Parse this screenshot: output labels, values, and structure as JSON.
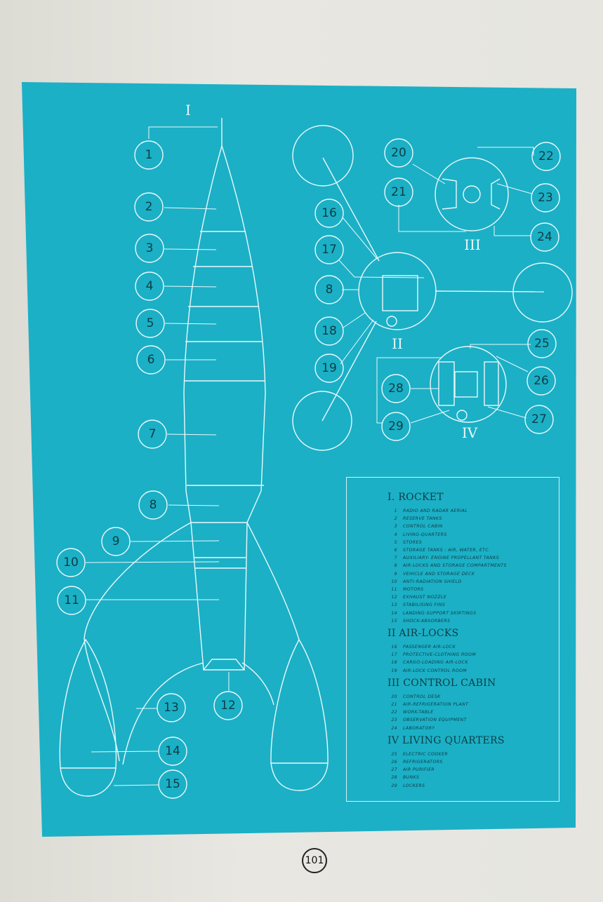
{
  "roman": {
    "rocket": "I",
    "airlocks": "II",
    "cabin": "III",
    "living": "IV"
  },
  "callouts": {
    "c1": "1",
    "c2": "2",
    "c3": "3",
    "c4": "4",
    "c5": "5",
    "c6": "6",
    "c7": "7",
    "c8": "8",
    "c9": "9",
    "c10": "10",
    "c11": "11",
    "c12": "12",
    "c13": "13",
    "c14": "14",
    "c15": "15",
    "c16": "16",
    "c17": "17",
    "c8b": "8",
    "c18": "18",
    "c19": "19",
    "c20": "20",
    "c21": "21",
    "c22": "22",
    "c23": "23",
    "c24": "24",
    "c25": "25",
    "c26": "26",
    "c27": "27",
    "c28": "28",
    "c29": "29"
  },
  "legend": {
    "sections": [
      {
        "title": "I. ROCKET",
        "items": [
          {
            "n": "1",
            "text": "RADIO AND RADAR AERIAL"
          },
          {
            "n": "2",
            "text": "RESERVE TANKS"
          },
          {
            "n": "3",
            "text": "CONTROL CABIN"
          },
          {
            "n": "4",
            "text": "LIVING-QUARTERS"
          },
          {
            "n": "5",
            "text": "STORES"
          },
          {
            "n": "6",
            "text": "STORAGE TANKS : AIR, WATER, ETC."
          },
          {
            "n": "7",
            "text": "AUXILIARY- ENGINE PROPELLANT TANKS"
          },
          {
            "n": "8",
            "text": "AIR-LOCKS AND STORAGE COMPARTMENTS"
          },
          {
            "n": "9",
            "text": "VEHICLE AND STORAGE DECK"
          },
          {
            "n": "10",
            "text": "ANTI-RADIATION SHIELD"
          },
          {
            "n": "11",
            "text": "MOTORS"
          },
          {
            "n": "12",
            "text": "EXHAUST NOZZLE"
          },
          {
            "n": "13",
            "text": "STABILISING FINS"
          },
          {
            "n": "14",
            "text": "LANDING-SUPPORT SKIRTINGS"
          },
          {
            "n": "15",
            "text": "SHOCK-ABSORBERS"
          }
        ]
      },
      {
        "title": "II AIR-LOCKS",
        "items": [
          {
            "n": "16",
            "text": "PASSENGER AIR-LOCK"
          },
          {
            "n": "17",
            "text": "PROTECTIVE-CLOTHING ROOM"
          },
          {
            "n": "18",
            "text": "CARGO-LOADING AIR-LOCK"
          },
          {
            "n": "19",
            "text": "AIR-LOCK CONTROL ROOM"
          }
        ]
      },
      {
        "title": "III CONTROL CABIN",
        "items": [
          {
            "n": "20",
            "text": "CONTROL DESK"
          },
          {
            "n": "21",
            "text": "AIR-REFRIGERATION PLANT"
          },
          {
            "n": "22",
            "text": "WORK-TABLE"
          },
          {
            "n": "23",
            "text": "OBSERVATION EQUIPMENT"
          },
          {
            "n": "24",
            "text": "LABORATORY"
          }
        ]
      },
      {
        "title": "IV LIVING QUARTERS",
        "items": [
          {
            "n": "25",
            "text": "ELECTRIC COOKER"
          },
          {
            "n": "26",
            "text": "REFRIGERATORS"
          },
          {
            "n": "27",
            "text": "AIR PURIFIER"
          },
          {
            "n": "28",
            "text": "BUNKS"
          },
          {
            "n": "29",
            "text": "LOCKERS"
          }
        ]
      }
    ]
  },
  "page_number": "101",
  "colors": {
    "blueprint": "#1bb0c6",
    "line": "#e9f8fb",
    "ink": "#0f3d45",
    "paper": "#e6e5df"
  }
}
